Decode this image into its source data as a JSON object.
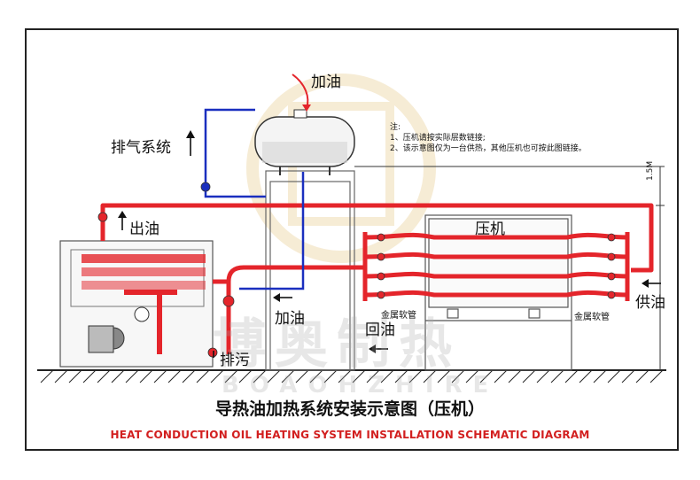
{
  "labels": {
    "add_oil": "加油",
    "exhaust": "排气系统",
    "out_oil": "出油",
    "add_oil_lower": "加油",
    "return_oil": "回油",
    "drain": "排污",
    "press": "压机",
    "supply_oil": "供油",
    "metal_hose_left": "金属软管",
    "metal_hose_right": "金属软管",
    "height": "1.5M"
  },
  "notes": {
    "heading": "注:",
    "line1": "1、压机请按实际层数链接;",
    "line2": "2、该示意图仅为一台供热，其他压机也可按此图链接。"
  },
  "title": {
    "cn": "导热油加热系统安装示意图（压机）",
    "en": "HEAT CONDUCTION OIL HEATING SYSTEM INSTALLATION SCHEMATIC DIAGRAM"
  },
  "watermark": {
    "cn": "博奥制热",
    "en": "BOAOHZHIRE"
  },
  "colors": {
    "pipe_red": "#e4252b",
    "pipe_blue": "#1a2fbf",
    "accent_red": "#d21f1f",
    "frame": "#222222"
  }
}
